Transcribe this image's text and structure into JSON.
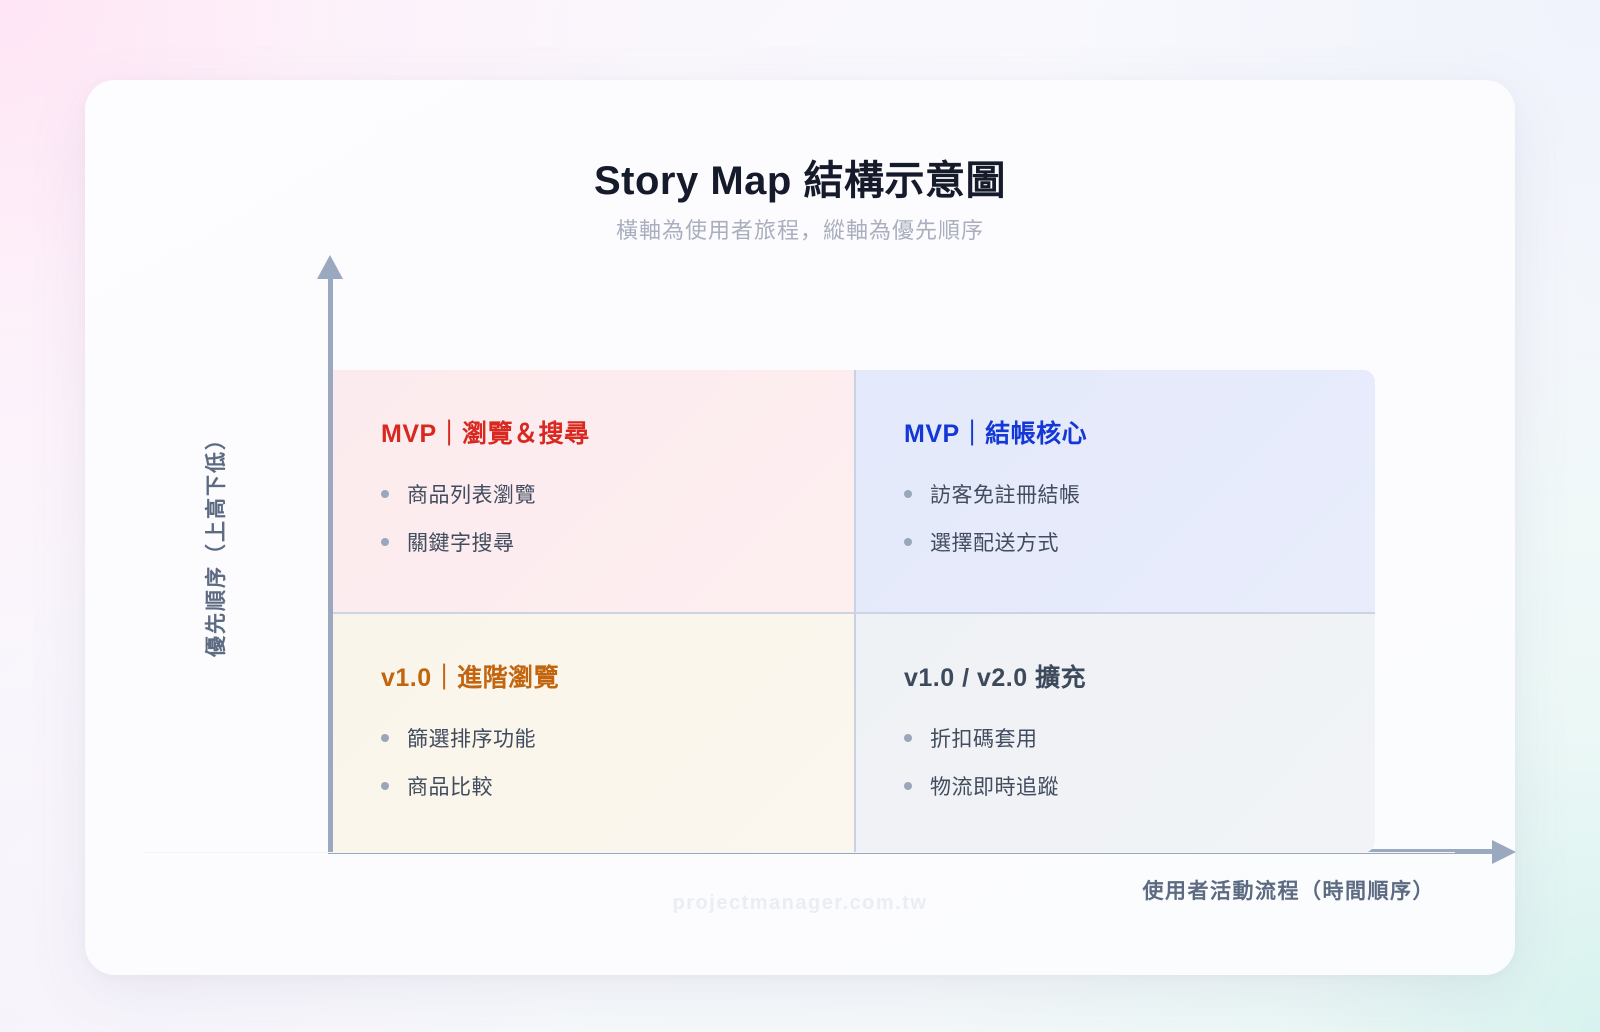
{
  "header": {
    "title": "Story Map 結構示意圖",
    "subtitle": "橫軸為使用者旅程，縱軸為優先順序"
  },
  "axes": {
    "y_label": "優先順序（上高下低）",
    "x_label": "使用者活動流程（時間順序）",
    "y_arrow_icon": "arrow-up-icon",
    "x_arrow_icon": "arrow-right-icon",
    "axis_color": "#9aa8c0"
  },
  "quadrants": [
    {
      "id": "mvp-browse-search",
      "position": "top-left",
      "title": "MVP｜瀏覽＆搜尋",
      "title_color": "#d9281f",
      "fill_color": "#fcebee",
      "items": [
        "商品列表瀏覽",
        "關鍵字搜尋"
      ]
    },
    {
      "id": "mvp-checkout-core",
      "position": "top-right",
      "title": "MVP｜結帳核心",
      "title_color": "#1438d6",
      "fill_color": "#e4e9fb",
      "items": [
        "訪客免註冊結帳",
        "選擇配送方式"
      ]
    },
    {
      "id": "v1-advanced-browse",
      "position": "bottom-left",
      "title": "v1.0｜進階瀏覽",
      "title_color": "#c2650e",
      "fill_color": "#faf5ea",
      "items": [
        "篩選排序功能",
        "商品比較"
      ]
    },
    {
      "id": "v1-v2-expansion",
      "position": "bottom-right",
      "title": "v1.0 / v2.0 擴充",
      "title_color": "#3d4a5c",
      "fill_color": "#eff2f5",
      "items": [
        "折扣碼套用",
        "物流即時追蹤"
      ]
    }
  ],
  "footer": {
    "site": "projectmanager.com.tw"
  }
}
